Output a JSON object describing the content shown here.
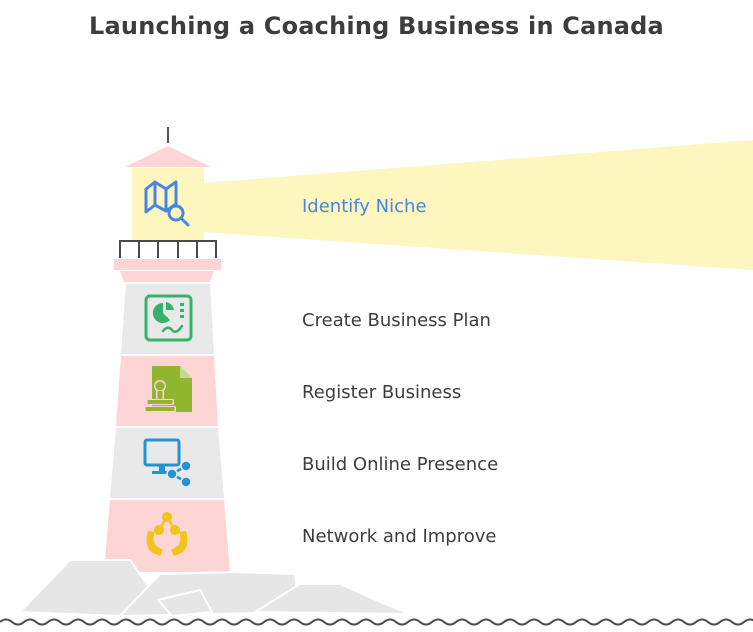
{
  "title": "Launching a Coaching Business in Canada",
  "steps": [
    {
      "label": "Identify Niche",
      "icon": "map-search-icon",
      "highlight": true
    },
    {
      "label": "Create Business Plan",
      "icon": "presentation-chart-icon"
    },
    {
      "label": "Register Business",
      "icon": "document-stamp-icon"
    },
    {
      "label": "Build Online Presence",
      "icon": "monitor-share-icon"
    },
    {
      "label": "Network and Improve",
      "icon": "hands-network-icon"
    }
  ],
  "colors": {
    "title": "#3d3d3d",
    "highlight": "#4a86e0",
    "beam": "#fdf6bf",
    "pink": "#fdd5d5",
    "gray": "#e9e9e9",
    "green": "#34b26a",
    "olive": "#8fb62e",
    "blue": "#2493d6",
    "yellow": "#f0c419"
  }
}
